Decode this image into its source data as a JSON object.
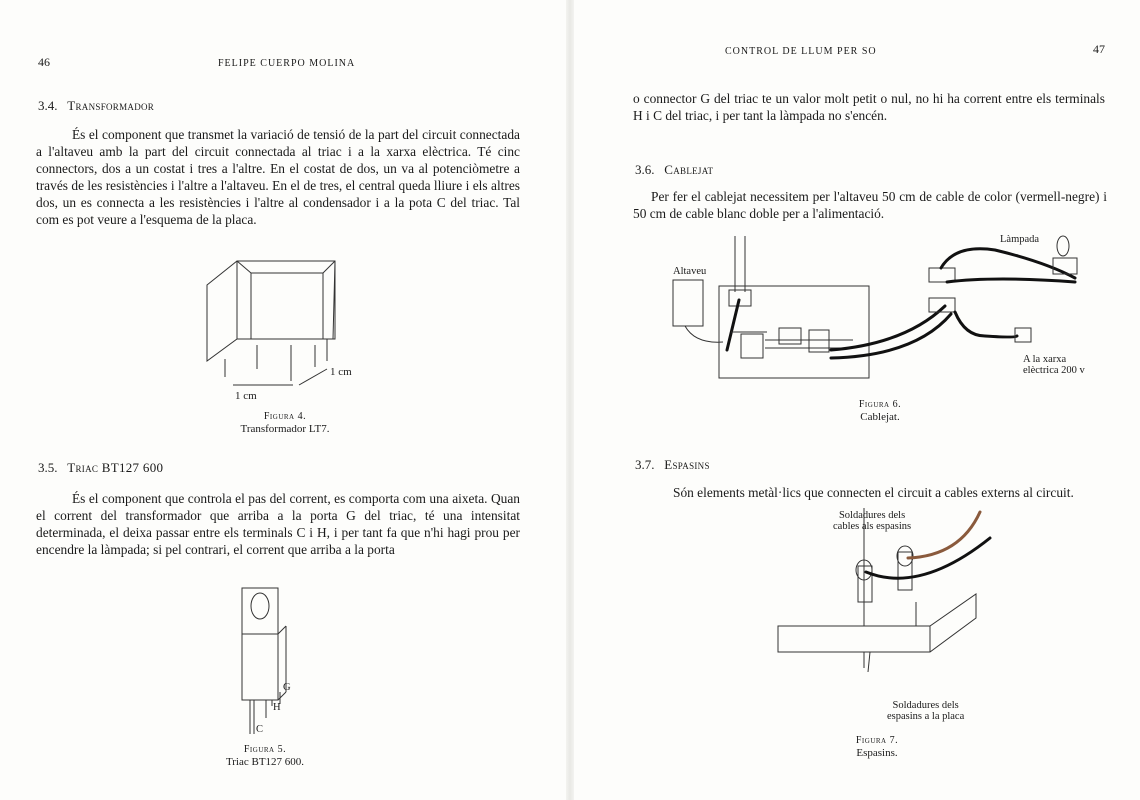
{
  "left_page": {
    "page_number": "46",
    "running_head": "FELIPE CUERPO MOLINA",
    "section_34": {
      "number": "3.4.",
      "title": "Transformador"
    },
    "para_34": "És el component que transmet la variació de tensió de la part del circuit connectada a l'altaveu amb la part del circuit connectada al triac i a la xarxa elèctrica. Té cinc connectors, dos a un costat i tres a l'altre. En el costat de dos, un va al potenciòmetre a través de les resistències i l'altre a l'altaveu. En el de tres, el central queda lliure i els altres dos, un es connecta a les resistències i l'altre al condensador i a la pota C del triac. Tal com es pot veure a l'esquema de la placa.",
    "figure4": {
      "label": "Figura 4.",
      "caption": "Transformador LT7.",
      "dim_a": "1 cm",
      "dim_b": "1 cm"
    },
    "section_35": {
      "number": "3.5.",
      "title": "Triac BT127 600"
    },
    "para_35": "És el component que controla el pas del corrent, es comporta com una aixeta. Quan el corrent del transformador que arriba a la porta G del triac, té una intensitat determinada, el deixa passar entre els terminals C i H, i per tant fa que n'hi hagi prou per encendre la làmpada; si pel contrari, el corrent que arriba a la porta",
    "figure5": {
      "label": "Figura 5.",
      "caption": "Triac BT127 600.",
      "pin_g": "G",
      "pin_h": "H",
      "pin_c": "C"
    }
  },
  "right_page": {
    "page_number": "47",
    "running_head": "CONTROL DE LLUM PER SO",
    "para_cont": "o connector G del triac te un valor molt petit o nul, no hi ha corrent entre els terminals H i C del triac, i per tant la làmpada no s'encén.",
    "section_36": {
      "number": "3.6.",
      "title": "Cablejat"
    },
    "para_36": "Per fer el cablejat necessitem per l'altaveu 50 cm de cable de color (vermell-negre) i 50 cm de cable blanc doble per a l'alimentació.",
    "figure6": {
      "label": "Figura 6.",
      "caption": "Cablejat.",
      "lbl_altaveu": "Altaveu",
      "lbl_lampada": "Làmpada",
      "lbl_xarxa_1": "A la xarxa",
      "lbl_xarxa_2": "elèctrica 200 v"
    },
    "section_37": {
      "number": "3.7.",
      "title": "Espasins"
    },
    "para_37": "Són elements metàl·lics que connecten el circuit a cables externs al circuit.",
    "figure7": {
      "label": "Figura 7.",
      "caption": "Espasins.",
      "lbl_top_1": "Soldadures dels",
      "lbl_top_2": "cables als espasins",
      "lbl_bottom_1": "Soldadures dels",
      "lbl_bottom_2": "espasins a la placa"
    }
  }
}
